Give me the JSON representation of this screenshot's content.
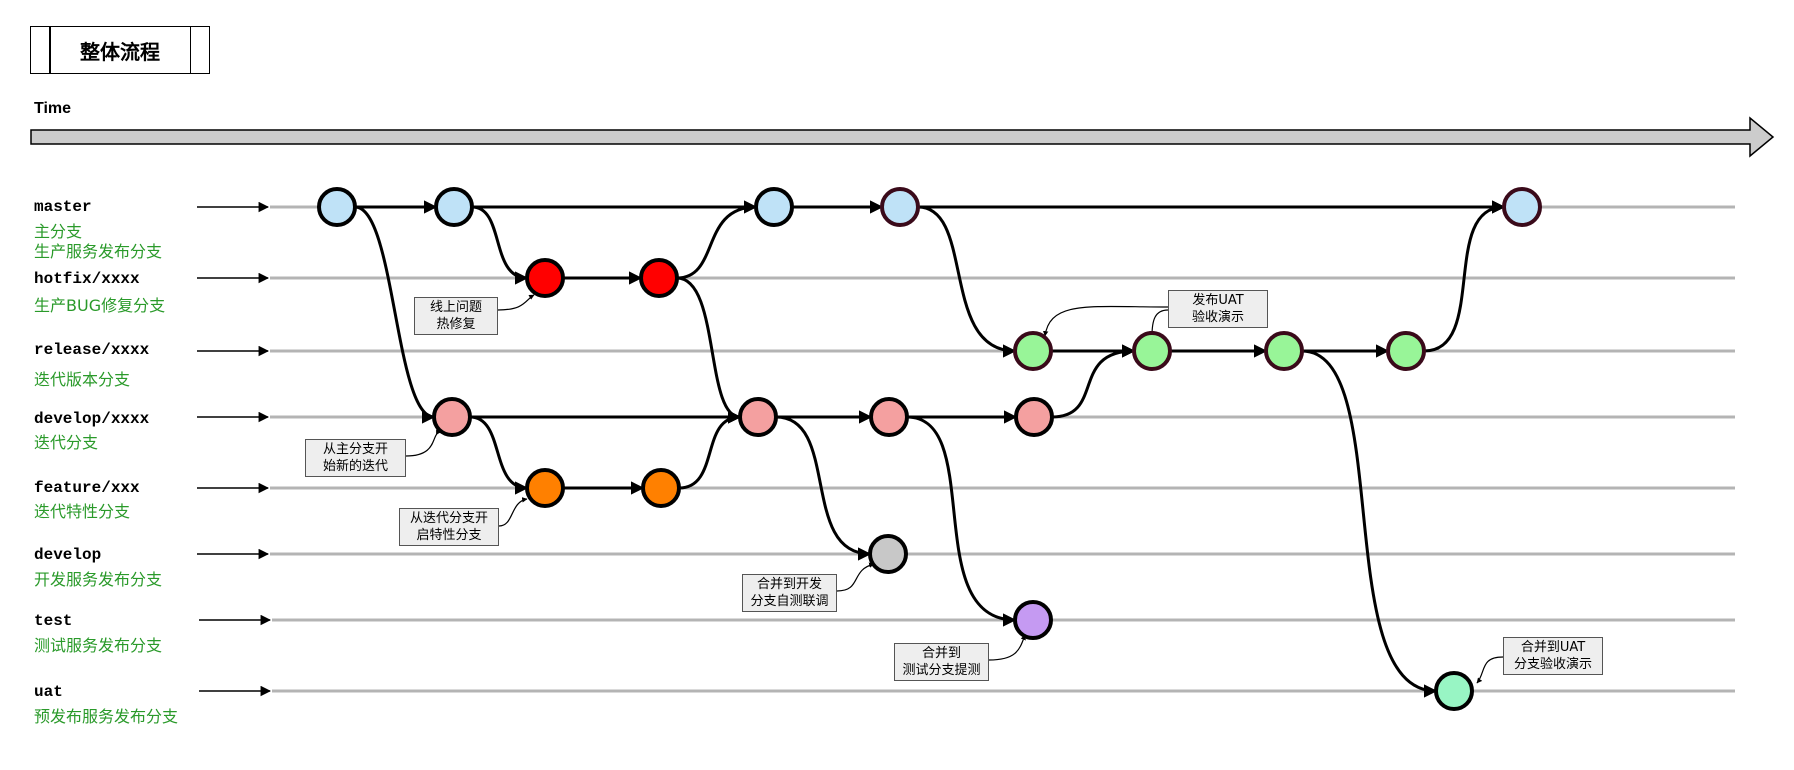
{
  "title": "整体流程",
  "time_label": "Time",
  "branches": [
    {
      "name": "master",
      "desc": [
        "主分支",
        "生产服务发布分支"
      ]
    },
    {
      "name": "hotfix/xxxx",
      "desc": [
        "生产BUG修复分支"
      ]
    },
    {
      "name": "release/xxxx",
      "desc": [
        "迭代版本分支"
      ]
    },
    {
      "name": "develop/xxxx",
      "desc": [
        "迭代分支"
      ]
    },
    {
      "name": "feature/xxx",
      "desc": [
        "迭代特性分支"
      ]
    },
    {
      "name": "develop",
      "desc": [
        "开发服务发布分支"
      ]
    },
    {
      "name": "test",
      "desc": [
        "测试服务发布分支"
      ]
    },
    {
      "name": "uat",
      "desc": [
        "预发布服务发布分支"
      ]
    }
  ],
  "notes": [
    {
      "id": "hotfix-note",
      "lines": [
        "线上问题",
        "热修复"
      ]
    },
    {
      "id": "iteration-note",
      "lines": [
        "从主分支开",
        "始新的迭代"
      ]
    },
    {
      "id": "feature-note",
      "lines": [
        "从迭代分支开",
        "启特性分支"
      ]
    },
    {
      "id": "merge-develop-note",
      "lines": [
        "合并到开发",
        "分支自测联调"
      ]
    },
    {
      "id": "merge-test-note",
      "lines": [
        "合并到",
        "测试分支提测"
      ]
    },
    {
      "id": "uat-release-note",
      "lines": [
        "发布UAT",
        "验收演示"
      ]
    },
    {
      "id": "merge-uat-note",
      "lines": [
        "合并到UAT",
        "分支验收演示"
      ]
    }
  ],
  "colors": {
    "master": "#bfe2f7",
    "hotfix": "#ff0000",
    "release": "#98f598",
    "develop_xxxx": "#f4a0a0",
    "feature": "#ff8000",
    "develop": "#c8c8c8",
    "test": "#c59af2",
    "uat": "#98f5c4",
    "lane_line": "#b4b4b4",
    "desc_text": "#2a9a2a"
  }
}
